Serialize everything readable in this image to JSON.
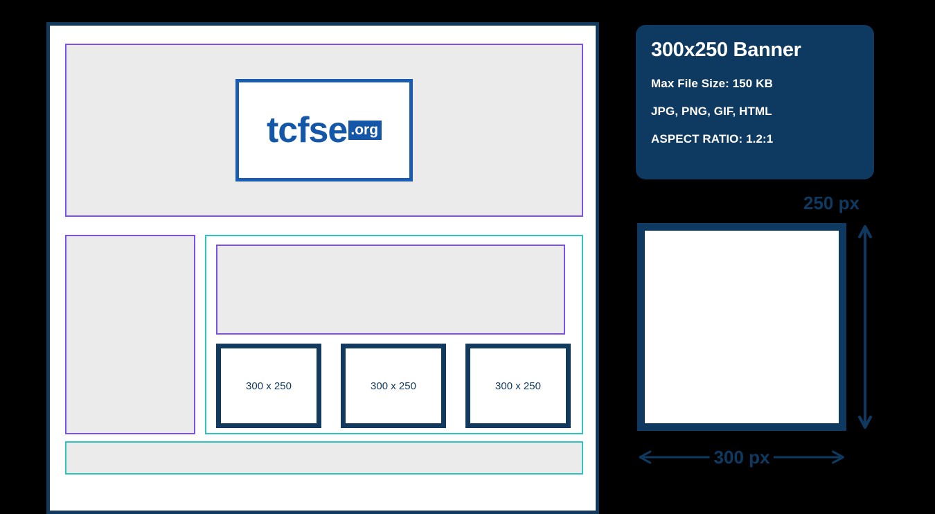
{
  "wireframe": {
    "name": "website-layout-wireframe",
    "logo": {
      "word": "tcfse",
      "tld": ".org"
    },
    "regions": {
      "header_label": "",
      "sidebar_label": "",
      "article_label": "",
      "footer_label": ""
    },
    "ad_slots": [
      {
        "label": "300 x 250"
      },
      {
        "label": "300 x 250"
      },
      {
        "label": "300 x 250"
      }
    ]
  },
  "spec_panel": {
    "title": "300x250 Banner",
    "lines": [
      "Max File Size: 150 KB",
      "JPG, PNG, GIF, HTML",
      "ASPECT RATIO: 1.2:1"
    ]
  },
  "preview": {
    "height_label": "250 px",
    "width_label": "300 px"
  },
  "colors": {
    "page_border": "#123a5e",
    "purple_region": "#7b4ff0",
    "teal_region": "#2fc3c0",
    "region_fill": "#ebebeb",
    "navy": "#0e3a61",
    "logo_blue": "#1457a8",
    "logo_box_border": "#1a5cb0",
    "background": "#000000"
  }
}
